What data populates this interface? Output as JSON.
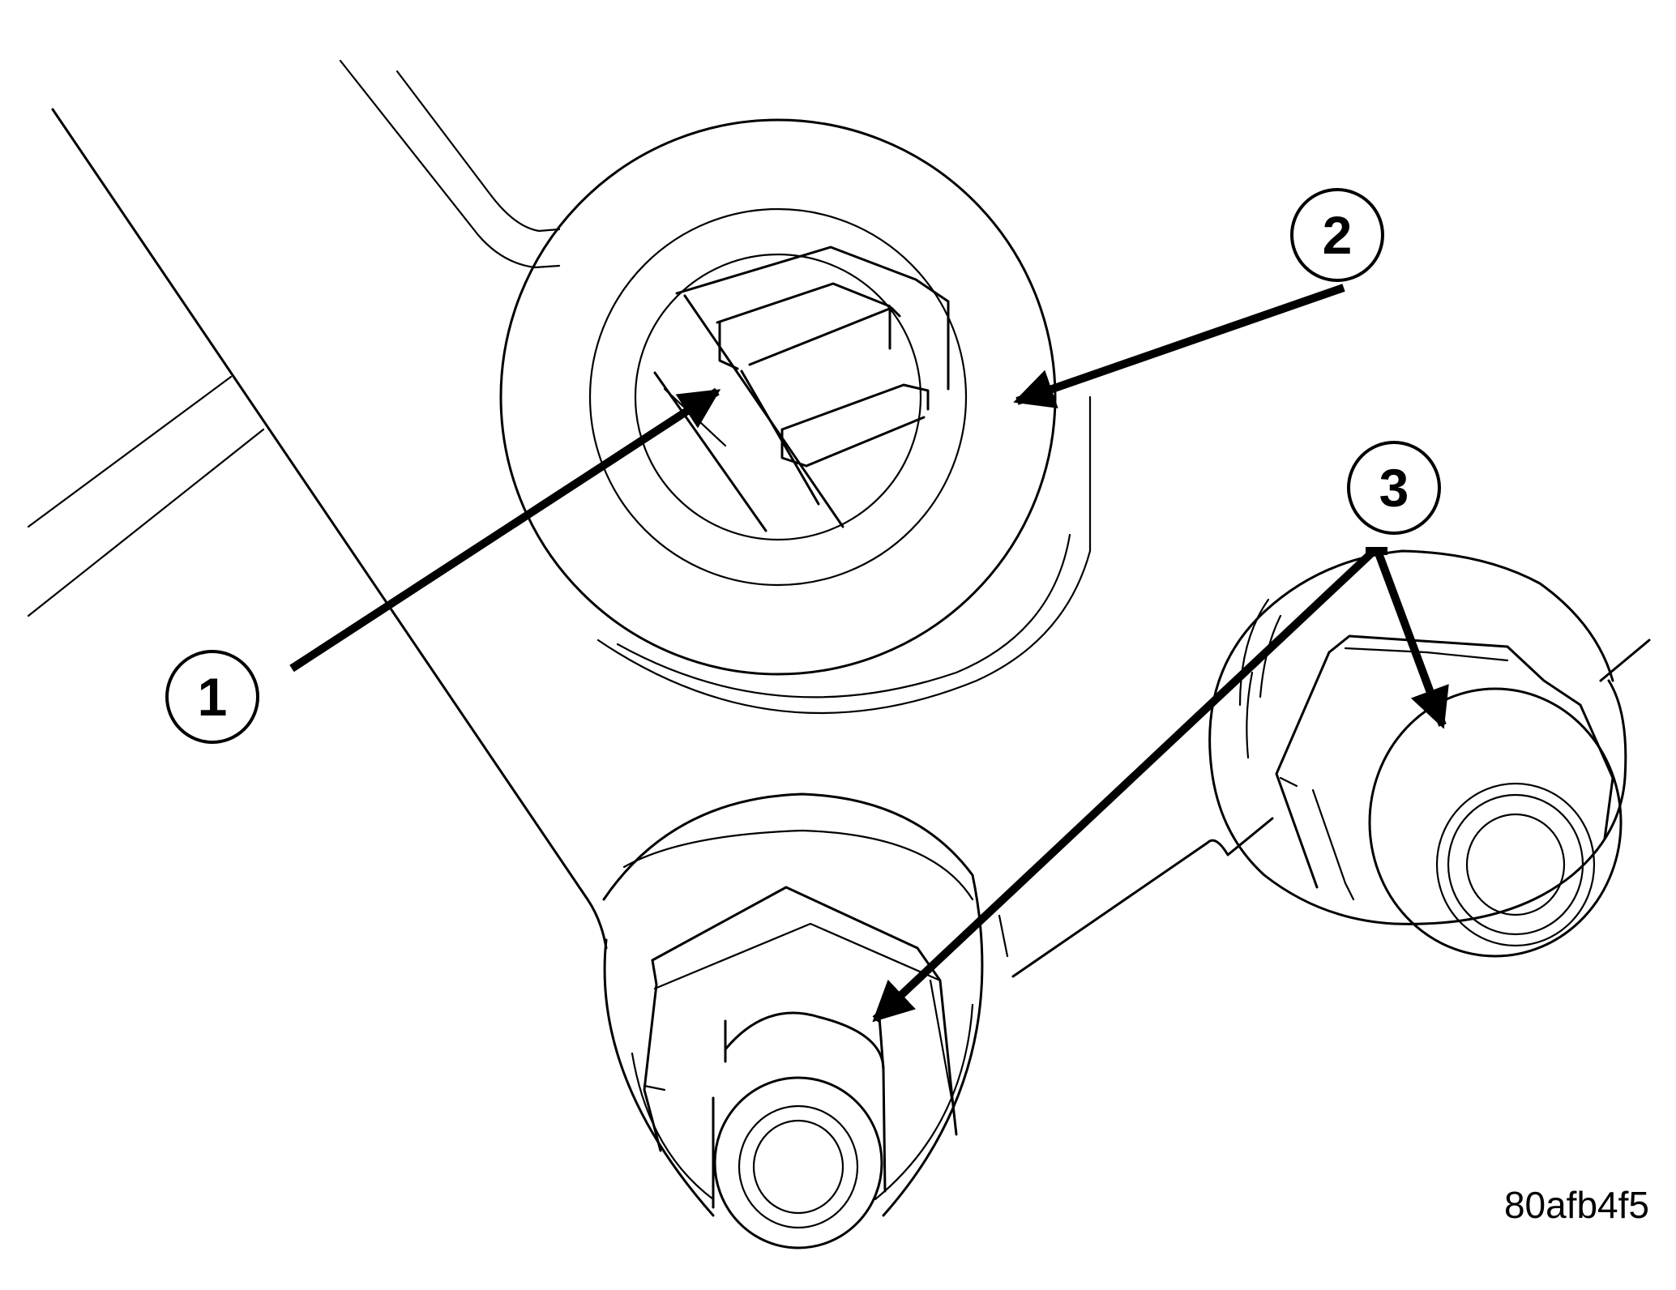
{
  "callouts": [
    {
      "label": "1"
    },
    {
      "label": "2"
    },
    {
      "label": "3"
    }
  ],
  "figure_id": "80afb4f5",
  "colors": {
    "line": "#000000",
    "background": "#ffffff"
  }
}
